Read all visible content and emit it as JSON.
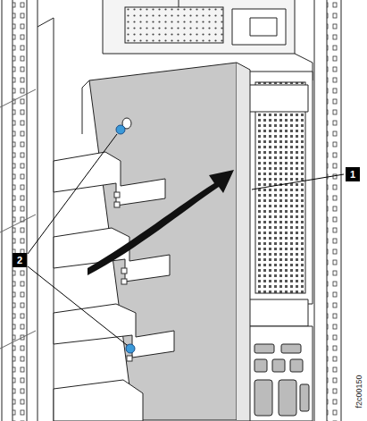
{
  "diagram": {
    "labels": [
      "1",
      "2",
      "f2c00150"
    ]
  }
}
